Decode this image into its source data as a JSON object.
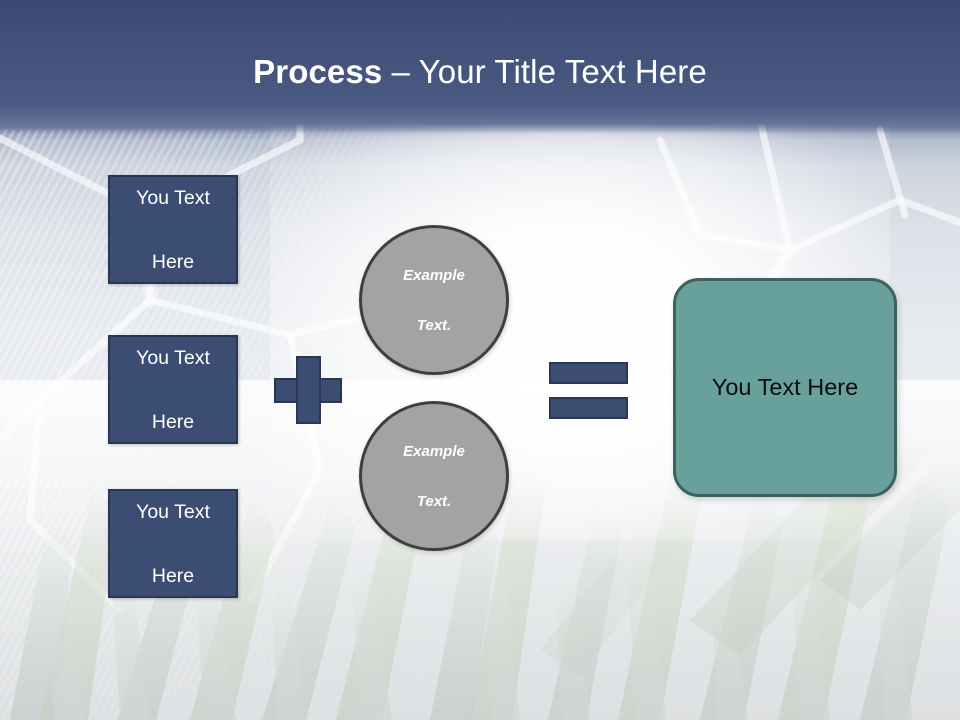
{
  "slide": {
    "title_strong": "Process",
    "title_rest": " – Your Title Text Here"
  },
  "diagram": {
    "inputs": [
      {
        "label_line1": "You Text",
        "label_line2": "Here"
      },
      {
        "label_line1": "You Text",
        "label_line2": "Here"
      },
      {
        "label_line1": "You Text",
        "label_line2": "Here"
      }
    ],
    "operator_plus": "+",
    "modifiers": [
      {
        "label_line1": "Example",
        "label_line2": "Text."
      },
      {
        "label_line1": "Example",
        "label_line2": "Text."
      }
    ],
    "operator_equals": "=",
    "result": {
      "label": "You Text Here"
    }
  },
  "colors": {
    "header_navy": "#42527a",
    "box_blue": "#3c4d74",
    "box_blue_border": "#2b3653",
    "circle_grey": "#a3a3a3",
    "circle_grey_border": "#3f3f3f",
    "result_teal": "#68a09c",
    "result_teal_border": "#3c625f",
    "title_text": "#ffffff",
    "result_text": "#0d0d0d"
  }
}
